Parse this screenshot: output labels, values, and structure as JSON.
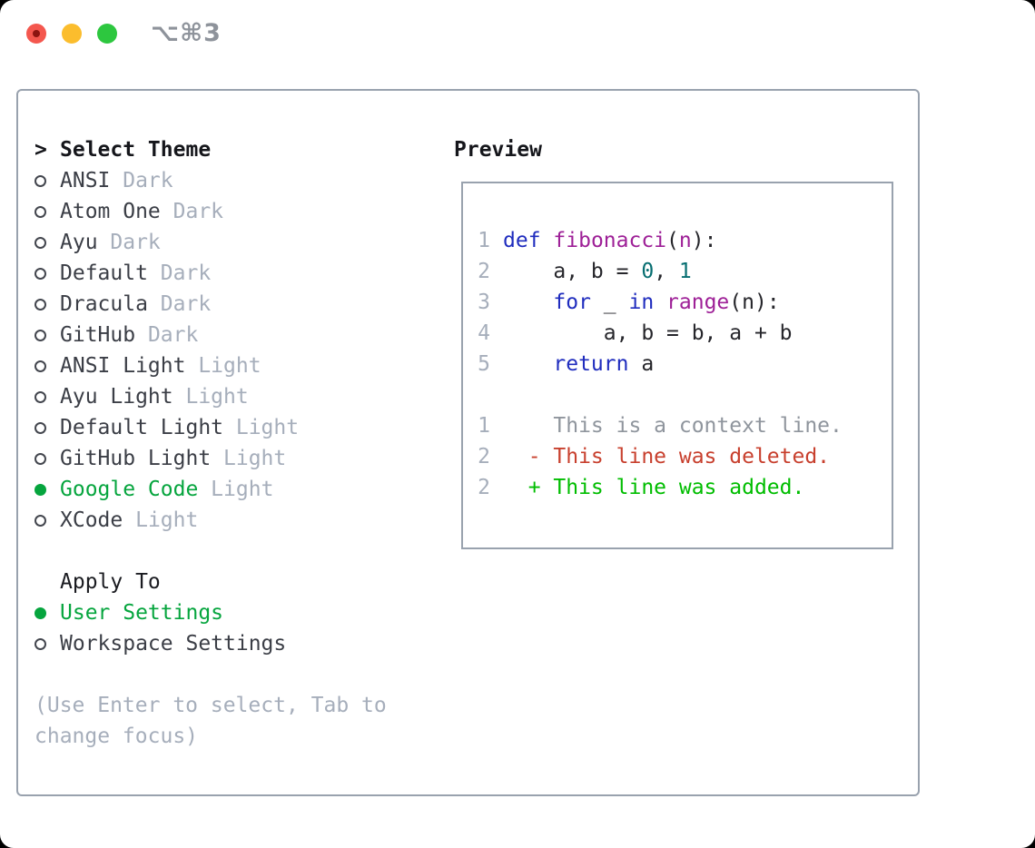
{
  "window": {
    "shortcut": "⌥⌘3",
    "traffic_lights": [
      {
        "name": "close",
        "color": "#f4574e"
      },
      {
        "name": "minimize",
        "color": "#fbbd2d"
      },
      {
        "name": "zoom",
        "color": "#2dc73f"
      }
    ]
  },
  "theme_panel": {
    "cursor": ">",
    "title": "Select Theme",
    "themes": [
      {
        "name": "ANSI",
        "tag": "Dark",
        "selected": false
      },
      {
        "name": "Atom One",
        "tag": "Dark",
        "selected": false
      },
      {
        "name": "Ayu",
        "tag": "Dark",
        "selected": false
      },
      {
        "name": "Default",
        "tag": "Dark",
        "selected": false
      },
      {
        "name": "Dracula",
        "tag": "Dark",
        "selected": false
      },
      {
        "name": "GitHub",
        "tag": "Dark",
        "selected": false
      },
      {
        "name": "ANSI Light",
        "tag": "Light",
        "selected": false
      },
      {
        "name": "Ayu Light",
        "tag": "Light",
        "selected": false
      },
      {
        "name": "Default Light",
        "tag": "Light",
        "selected": false
      },
      {
        "name": "GitHub Light",
        "tag": "Light",
        "selected": false
      },
      {
        "name": "Google Code",
        "tag": "Light",
        "selected": true
      },
      {
        "name": "XCode",
        "tag": "Light",
        "selected": false
      }
    ],
    "apply_to": {
      "title": "Apply To",
      "options": [
        {
          "name": "User Settings",
          "selected": true
        },
        {
          "name": "Workspace Settings",
          "selected": false
        }
      ]
    },
    "help": "(Use Enter to select, Tab to change focus)"
  },
  "preview": {
    "title": "Preview",
    "code_lines": [
      {
        "num": "1",
        "segments": [
          {
            "t": "def",
            "c": "keyword"
          },
          {
            "t": " ",
            "c": "plain"
          },
          {
            "t": "fibonacci",
            "c": "function"
          },
          {
            "t": "(",
            "c": "plain"
          },
          {
            "t": "n",
            "c": "function"
          },
          {
            "t": "):",
            "c": "plain"
          }
        ]
      },
      {
        "num": "2",
        "segments": [
          {
            "t": "    a, b = ",
            "c": "plain"
          },
          {
            "t": "0",
            "c": "number"
          },
          {
            "t": ", ",
            "c": "plain"
          },
          {
            "t": "1",
            "c": "number"
          }
        ]
      },
      {
        "num": "3",
        "segments": [
          {
            "t": "    ",
            "c": "plain"
          },
          {
            "t": "for",
            "c": "keyword"
          },
          {
            "t": " _ ",
            "c": "plain"
          },
          {
            "t": "in",
            "c": "keyword"
          },
          {
            "t": " ",
            "c": "plain"
          },
          {
            "t": "range",
            "c": "function"
          },
          {
            "t": "(n):",
            "c": "plain"
          }
        ]
      },
      {
        "num": "4",
        "segments": [
          {
            "t": "        a, b = b, a + b",
            "c": "plain"
          }
        ]
      },
      {
        "num": "5",
        "segments": [
          {
            "t": "    ",
            "c": "plain"
          },
          {
            "t": "return",
            "c": "keyword"
          },
          {
            "t": " a",
            "c": "plain"
          }
        ]
      }
    ],
    "diff_lines": [
      {
        "num": "1",
        "segments": [
          {
            "t": "    This is a context line.",
            "c": "context"
          }
        ]
      },
      {
        "num": "2",
        "segments": [
          {
            "t": "  - This line was deleted.",
            "c": "deleted"
          }
        ]
      },
      {
        "num": "2",
        "segments": [
          {
            "t": "  + This line was added.",
            "c": "added"
          }
        ]
      }
    ]
  },
  "colors": {
    "selection_green": "#06a53e",
    "diff_added": "#00bd00",
    "diff_deleted": "#c8402e",
    "keyword_blue": "#1f2cbe",
    "function_purple": "#9e2097",
    "number_teal": "#076e71",
    "panel_border": "#99a2ae"
  }
}
